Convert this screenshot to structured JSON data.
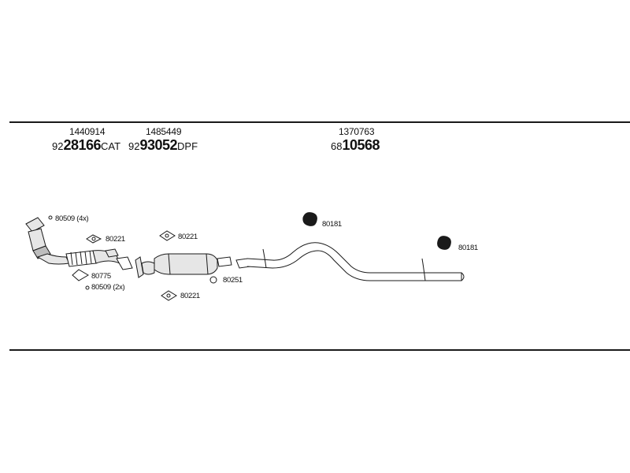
{
  "header": {
    "groups": [
      {
        "part_no": "1440914",
        "code_prefix": "92",
        "code_main": "28166",
        "code_suffix": "CAT"
      },
      {
        "part_no": "1485449",
        "code_prefix": "92",
        "code_main": "93052",
        "code_suffix": "DPF"
      },
      {
        "part_no": "1370763",
        "code_prefix": "68",
        "code_main": "10568",
        "code_suffix": ""
      }
    ]
  },
  "callouts": {
    "bolts_4x": "80509 (4x)",
    "gasket_a": "80221",
    "gasket_b": "80775",
    "bolts_2x": "80509 (2x)",
    "gasket_c": "80221",
    "clamp": "80251",
    "gasket_d": "80221",
    "hanger_a": "80181",
    "hanger_b": "80181"
  },
  "icons": {
    "gasket": "gasket-icon",
    "bolt": "bolt-icon",
    "rubber_hanger": "rubber-hanger-icon",
    "clamp": "clamp-icon"
  },
  "colors": {
    "line": "#1a1a1a",
    "part_fill": "#e6e6e6",
    "part_shade": "#bdbdbd"
  }
}
